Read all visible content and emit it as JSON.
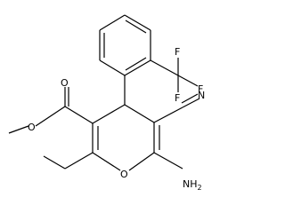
{
  "atoms": {
    "methyl_o": "O",
    "carbonyl_o": "O",
    "ring_o": "O",
    "nitrile_n": "N",
    "amine": "NH",
    "amine_h_count": "2",
    "f_top": "F",
    "f_right": "F",
    "f_bottom": "F"
  }
}
